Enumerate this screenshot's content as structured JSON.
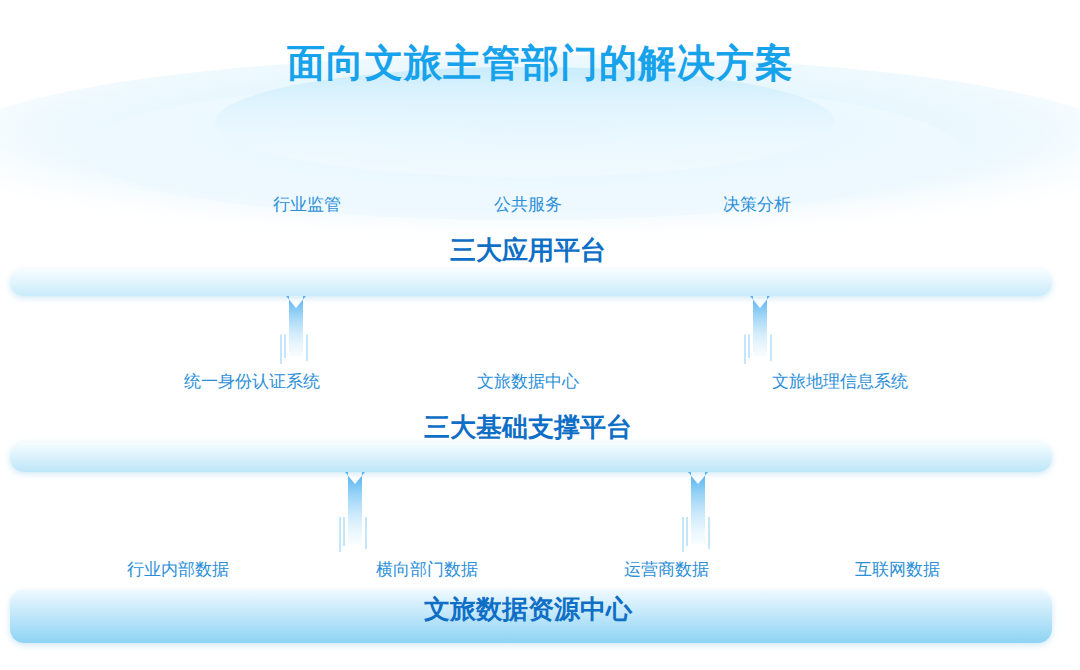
{
  "diagram": {
    "title": "面向文旅主管部门的解决方案",
    "nodes": [
      {
        "text": [
          "行业监管",
          "公共服务",
          "决策分析",
          "三大应用平台"
        ]
      },
      {
        "text": [
          "统一身份认证系统",
          "文旅数据中心",
          "文旅地理信息系统",
          "三大基础支撑平台"
        ]
      },
      {
        "text": [
          "行业内部数据",
          "横向部门数据",
          "运营商数据",
          "互联网数据",
          "文旅数据资源中心"
        ]
      }
    ],
    "edges": [
      {
        "from": 1,
        "to": 0,
        "arrow": "to"
      },
      {
        "from": 1,
        "to": 0,
        "arrow": "to"
      },
      {
        "from": 2,
        "to": 1,
        "arrow": "to"
      },
      {
        "from": 2,
        "to": 1,
        "arrow": "to"
      }
    ]
  }
}
